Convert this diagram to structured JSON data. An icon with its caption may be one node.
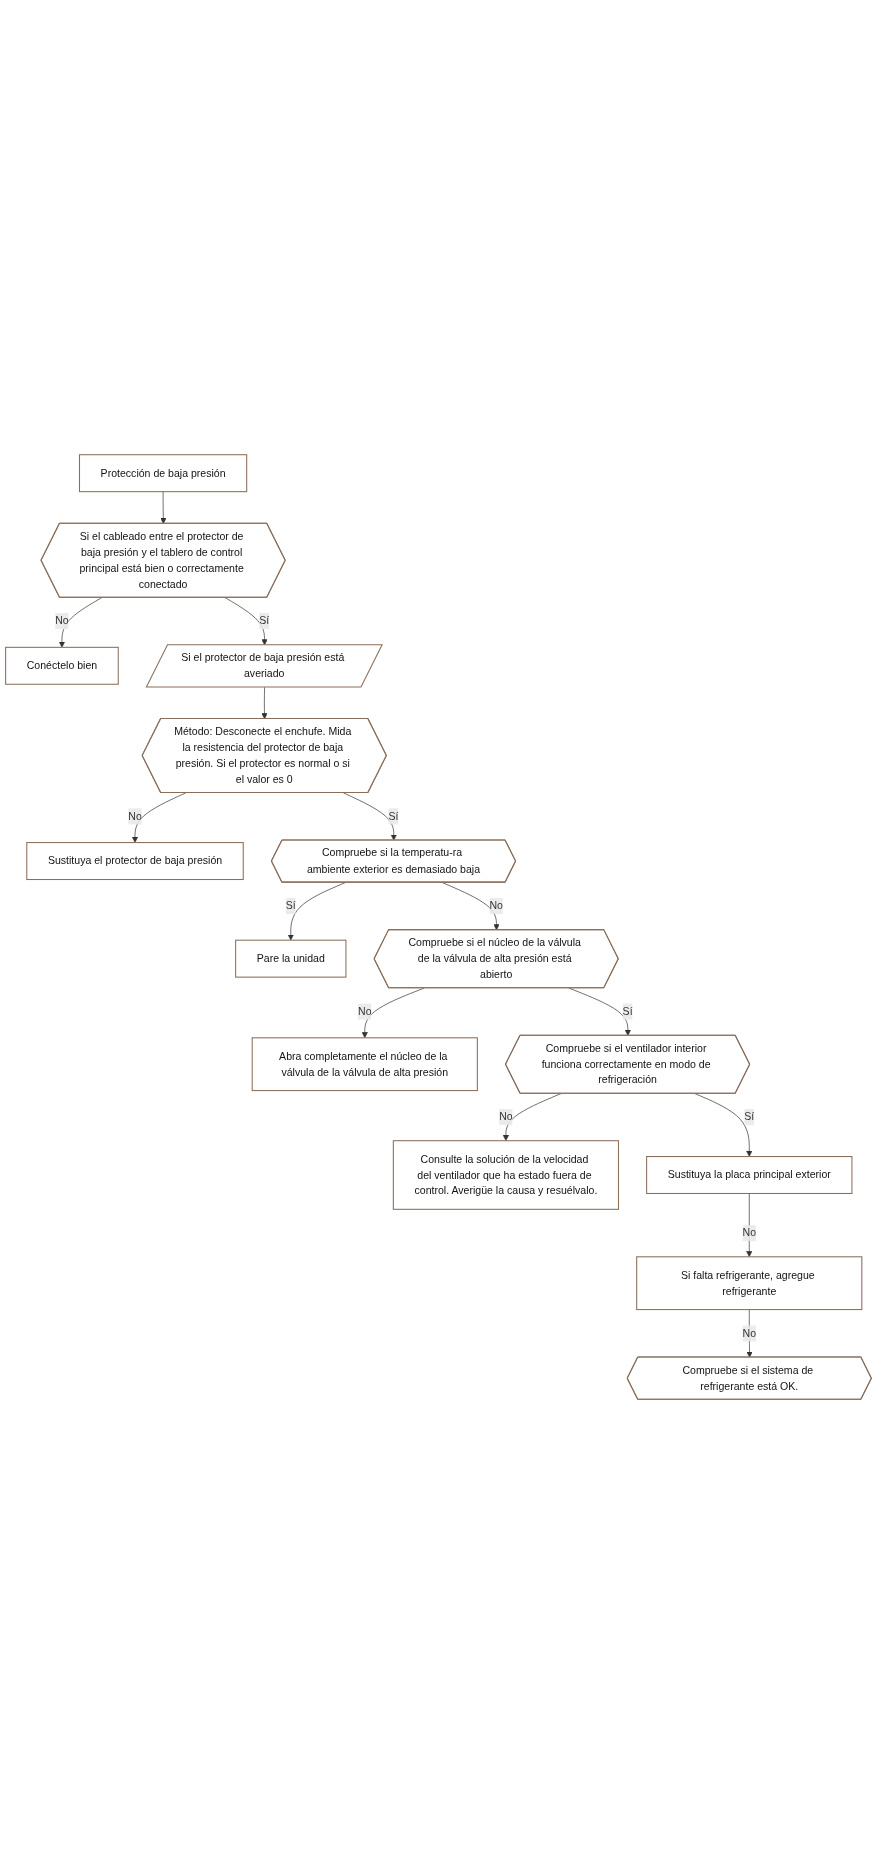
{
  "diagram": {
    "nodes": [
      {
        "text": [
          "Protección de baja presión"
        ]
      },
      {
        "text": [
          "Si el cableado entre el protector de baja presión y el tablero de control principal está bien o correctamente conectado"
        ]
      },
      {
        "text": [
          "Conéctelo bien"
        ]
      },
      {
        "text": [
          "Si el protector de baja presión está averiado"
        ]
      },
      {
        "text": [
          "Método: Desconecte el enchufe. Mida la resistencia del protector de baja presión. Si el protector es normal o si el valor es 0"
        ]
      },
      {
        "text": [
          "Sustituya el protector de baja presión"
        ]
      },
      {
        "text": [
          "Compruebe si la temperatu-ra ambiente exterior es demasiado baja"
        ]
      },
      {
        "text": [
          "Pare la unidad"
        ]
      },
      {
        "text": [
          "Compruebe si el núcleo de la válvula de la válvula de alta presión está abierto"
        ]
      },
      {
        "text": [
          "Abra completamente el núcleo de la válvula de la válvula de alta presión"
        ]
      },
      {
        "text": [
          "Compruebe si el ventilador interior funciona correctamente en modo de refrigeración"
        ]
      },
      {
        "text": [
          "Consulte la solución de la velocidad del ventilador que ha estado fuera de control. Averigüe la causa y resuélvalo."
        ]
      },
      {
        "text": [
          "Sustituya la placa principal exterior"
        ]
      },
      {
        "text": [
          "Si falta refrigerante, agregue refrigerante"
        ]
      },
      {
        "text": [
          "Compruebe si el sistema de refrigerante está OK."
        ]
      }
    ],
    "edges": [
      {
        "from": 0,
        "to": 1,
        "arrow": "to"
      },
      {
        "from": 1,
        "to": 2,
        "arrow": "to",
        "label": "No"
      },
      {
        "from": 1,
        "to": 3,
        "arrow": "to",
        "label": "Sí"
      },
      {
        "from": 3,
        "to": 4,
        "arrow": "to"
      },
      {
        "from": 4,
        "to": 5,
        "arrow": "to",
        "label": "No"
      },
      {
        "from": 4,
        "to": 6,
        "arrow": "to",
        "label": "Sí"
      },
      {
        "from": 6,
        "to": 7,
        "arrow": "to",
        "label": "Sí"
      },
      {
        "from": 6,
        "to": 8,
        "arrow": "to",
        "label": "No"
      },
      {
        "from": 8,
        "to": 9,
        "arrow": "to",
        "label": "No"
      },
      {
        "from": 8,
        "to": 10,
        "arrow": "to",
        "label": "Sí"
      },
      {
        "from": 10,
        "to": 11,
        "arrow": "to",
        "label": "No"
      },
      {
        "from": 10,
        "to": 12,
        "arrow": "to",
        "label": "Sí"
      },
      {
        "from": 12,
        "to": 13,
        "arrow": "to",
        "label": "No"
      },
      {
        "from": 13,
        "to": 14,
        "arrow": "to",
        "label": "No"
      }
    ]
  }
}
